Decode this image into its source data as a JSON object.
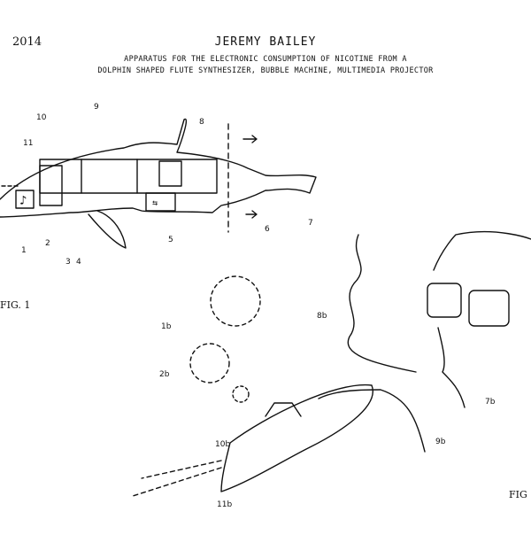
{
  "header": {
    "year": "2014",
    "author": "JEREMY BAILEY",
    "subtitle_line1": "APPARATUS FOR THE ELECTRONIC CONSUMPTION OF NICOTINE FROM A",
    "subtitle_line2": "DOLPHIN SHAPED FLUTE SYNTHESIZER, BUBBLE MACHINE, MULTIMEDIA PROJECTOR"
  },
  "figure1": {
    "caption": "FIG. 1",
    "labels": [
      "1",
      "2",
      "3",
      "4",
      "5",
      "6",
      "7",
      "8",
      "9",
      "10",
      "11"
    ]
  },
  "figure2": {
    "caption": "FIG",
    "labels": [
      "1b",
      "2b",
      "7b",
      "8b",
      "9b",
      "10b",
      "11b"
    ]
  }
}
